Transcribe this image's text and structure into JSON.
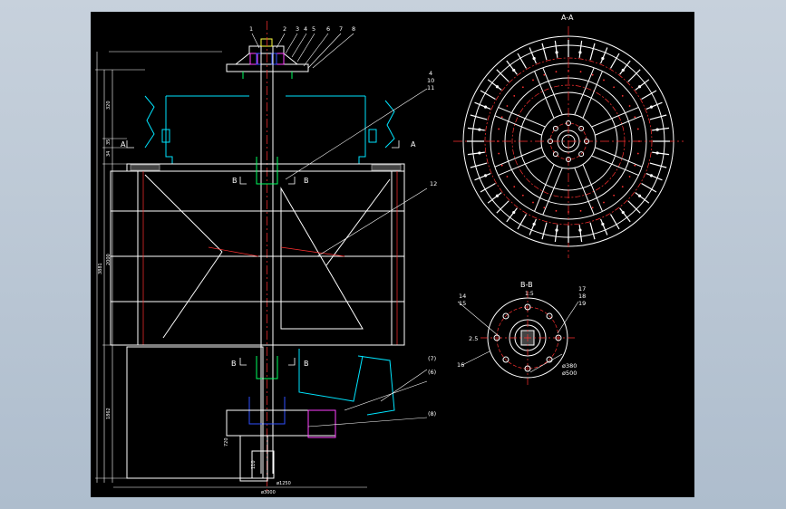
{
  "viewer": {
    "background_color": "#b9c5d3",
    "sheet_color": "#000000"
  },
  "colors": {
    "outline": "#ffffff",
    "centerline": "#ff3030",
    "cyan": "#00e5ff",
    "green": "#00ff60",
    "blue": "#3050ff",
    "magenta": "#ff40ff",
    "yellow": "#ffff40"
  },
  "views": {
    "section_aa_title": "A-A",
    "section_bb_title": "B-B",
    "section_bb_scale": "1:5"
  },
  "callouts": {
    "top": [
      "1",
      "2",
      "3",
      "4",
      "5",
      "6",
      "7",
      "8"
    ],
    "right_upper": [
      "4",
      "10",
      "11"
    ],
    "right_12": "12",
    "right_lower": [
      "(7)",
      "(6)",
      "(8)"
    ],
    "bb_left": [
      "14",
      "15"
    ],
    "bb_right": [
      "17",
      "18",
      "19"
    ],
    "bb_16": "16"
  },
  "section_markers": {
    "a_left": "A",
    "a_right": "A",
    "b_upper_left": "B",
    "b_upper_right": "B",
    "b_lower_left": "B",
    "b_lower_right": "B"
  },
  "dimensions": {
    "left_upper": "320",
    "left_small1": "35",
    "left_small2": "34",
    "left_middle": "2000",
    "left_total": "3881",
    "left_lower": "1862",
    "inner_lower": "720",
    "inner_small": "110",
    "bottom_inner": "ø1250",
    "bottom_outer": "ø3000",
    "bb_25": "2.5",
    "bb_d380": "ø380",
    "bb_d500": "ø500"
  }
}
